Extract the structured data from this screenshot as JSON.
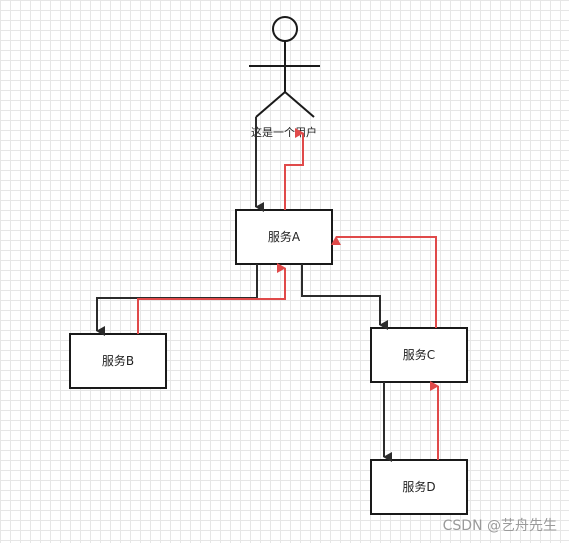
{
  "actor": {
    "label": "这是一个用户"
  },
  "services": {
    "a": "服务A",
    "b": "服务B",
    "c": "服务C",
    "d": "服务D"
  },
  "watermark": "CSDN @艺舟先生",
  "colors": {
    "request_arrow": "#2b2b2b",
    "response_arrow": "#e04a4a",
    "grid": "#e6e6e6",
    "box_stroke": "#1a1a1a"
  }
}
